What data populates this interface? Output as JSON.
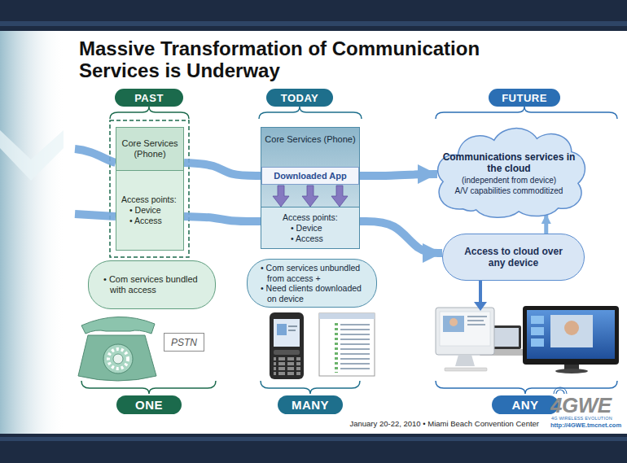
{
  "diagram": {
    "title": "Massive Transformation of Communication Services is Underway",
    "nodes": [
      {
        "text": [
          "PAST"
        ]
      },
      {
        "text": [
          "TODAY"
        ]
      },
      {
        "text": [
          "FUTURE"
        ]
      },
      {
        "text": [
          "Core Services (Phone)"
        ]
      },
      {
        "text": [
          "Access points:",
          "• Device",
          "• Access"
        ]
      },
      {
        "text": [
          "Core Services (Phone)"
        ]
      },
      {
        "text": [
          "Downloaded App"
        ],
        "in": 5
      },
      {
        "text": [
          "Access points:",
          "• Device",
          "• Access"
        ]
      },
      {
        "text": [
          "Communications services in the cloud",
          "(independent from device)",
          "A/V capabilities commoditized"
        ]
      },
      {
        "text": [
          "Access to cloud over any device"
        ]
      },
      {
        "text": [
          "• Com services bundled with access"
        ]
      },
      {
        "text": [
          "• Com services unbundled from access +",
          "• Need clients downloaded on device"
        ]
      },
      {
        "text": [
          "PSTN"
        ]
      },
      {
        "text": [
          "ONE"
        ]
      },
      {
        "text": [
          "MANY"
        ]
      },
      {
        "text": [
          "ANY"
        ]
      }
    ],
    "edges": [
      {
        "from": 3,
        "to": 6,
        "arrow": "none"
      },
      {
        "from": 6,
        "to": 8,
        "arrow": "to"
      },
      {
        "from": 4,
        "to": 7,
        "arrow": "none"
      },
      {
        "from": 7,
        "to": 9,
        "arrow": "to"
      },
      {
        "from": 9,
        "to": 8,
        "arrow": "to"
      }
    ],
    "labels": [
      "January 20-22, 2010 • Miami Beach Convention Center",
      "4GWE",
      "4G WIRELESS EVOLUTION",
      "http://4GWE.tmcnet.com"
    ]
  }
}
